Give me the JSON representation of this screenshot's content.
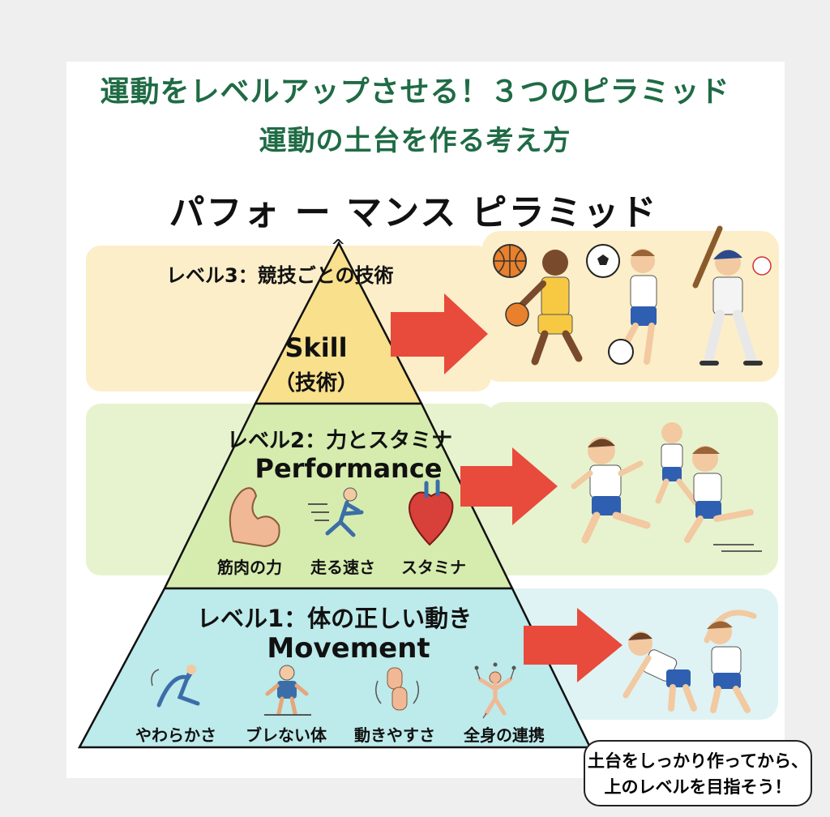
{
  "header": {
    "title": "運動をレベルアップさせる！３つのピラミッド",
    "subtitle": "運動の土台を作る考え方"
  },
  "pyramid": {
    "title": "パフォ ー マンス ピラミッド",
    "peak_mark": "^",
    "level3": {
      "label": "レベル3：競技ごとの技術",
      "name": "Skill",
      "name_jp": "（技術）"
    },
    "level2": {
      "label": "レベル2：力とスタミナ",
      "name": "Performance",
      "items": [
        "筋肉の力",
        "走る速さ",
        "スタミナ"
      ]
    },
    "level1": {
      "label": "レベル1：体の正しい動き",
      "name": "Movement",
      "items": [
        "やわらかさ",
        "ブレない体",
        "動きやすさ",
        "全身の連携"
      ]
    }
  },
  "note": {
    "line1": "土台をしっかり作ってから、",
    "line2": "上のレベルを目指そう！"
  },
  "colors": {
    "title_green": "#1f6b45",
    "skill_yellow": "#f8e08c",
    "performance_green": "#d6ecae",
    "movement_cyan": "#bdeaea",
    "arrow_red": "#e84a3c"
  }
}
